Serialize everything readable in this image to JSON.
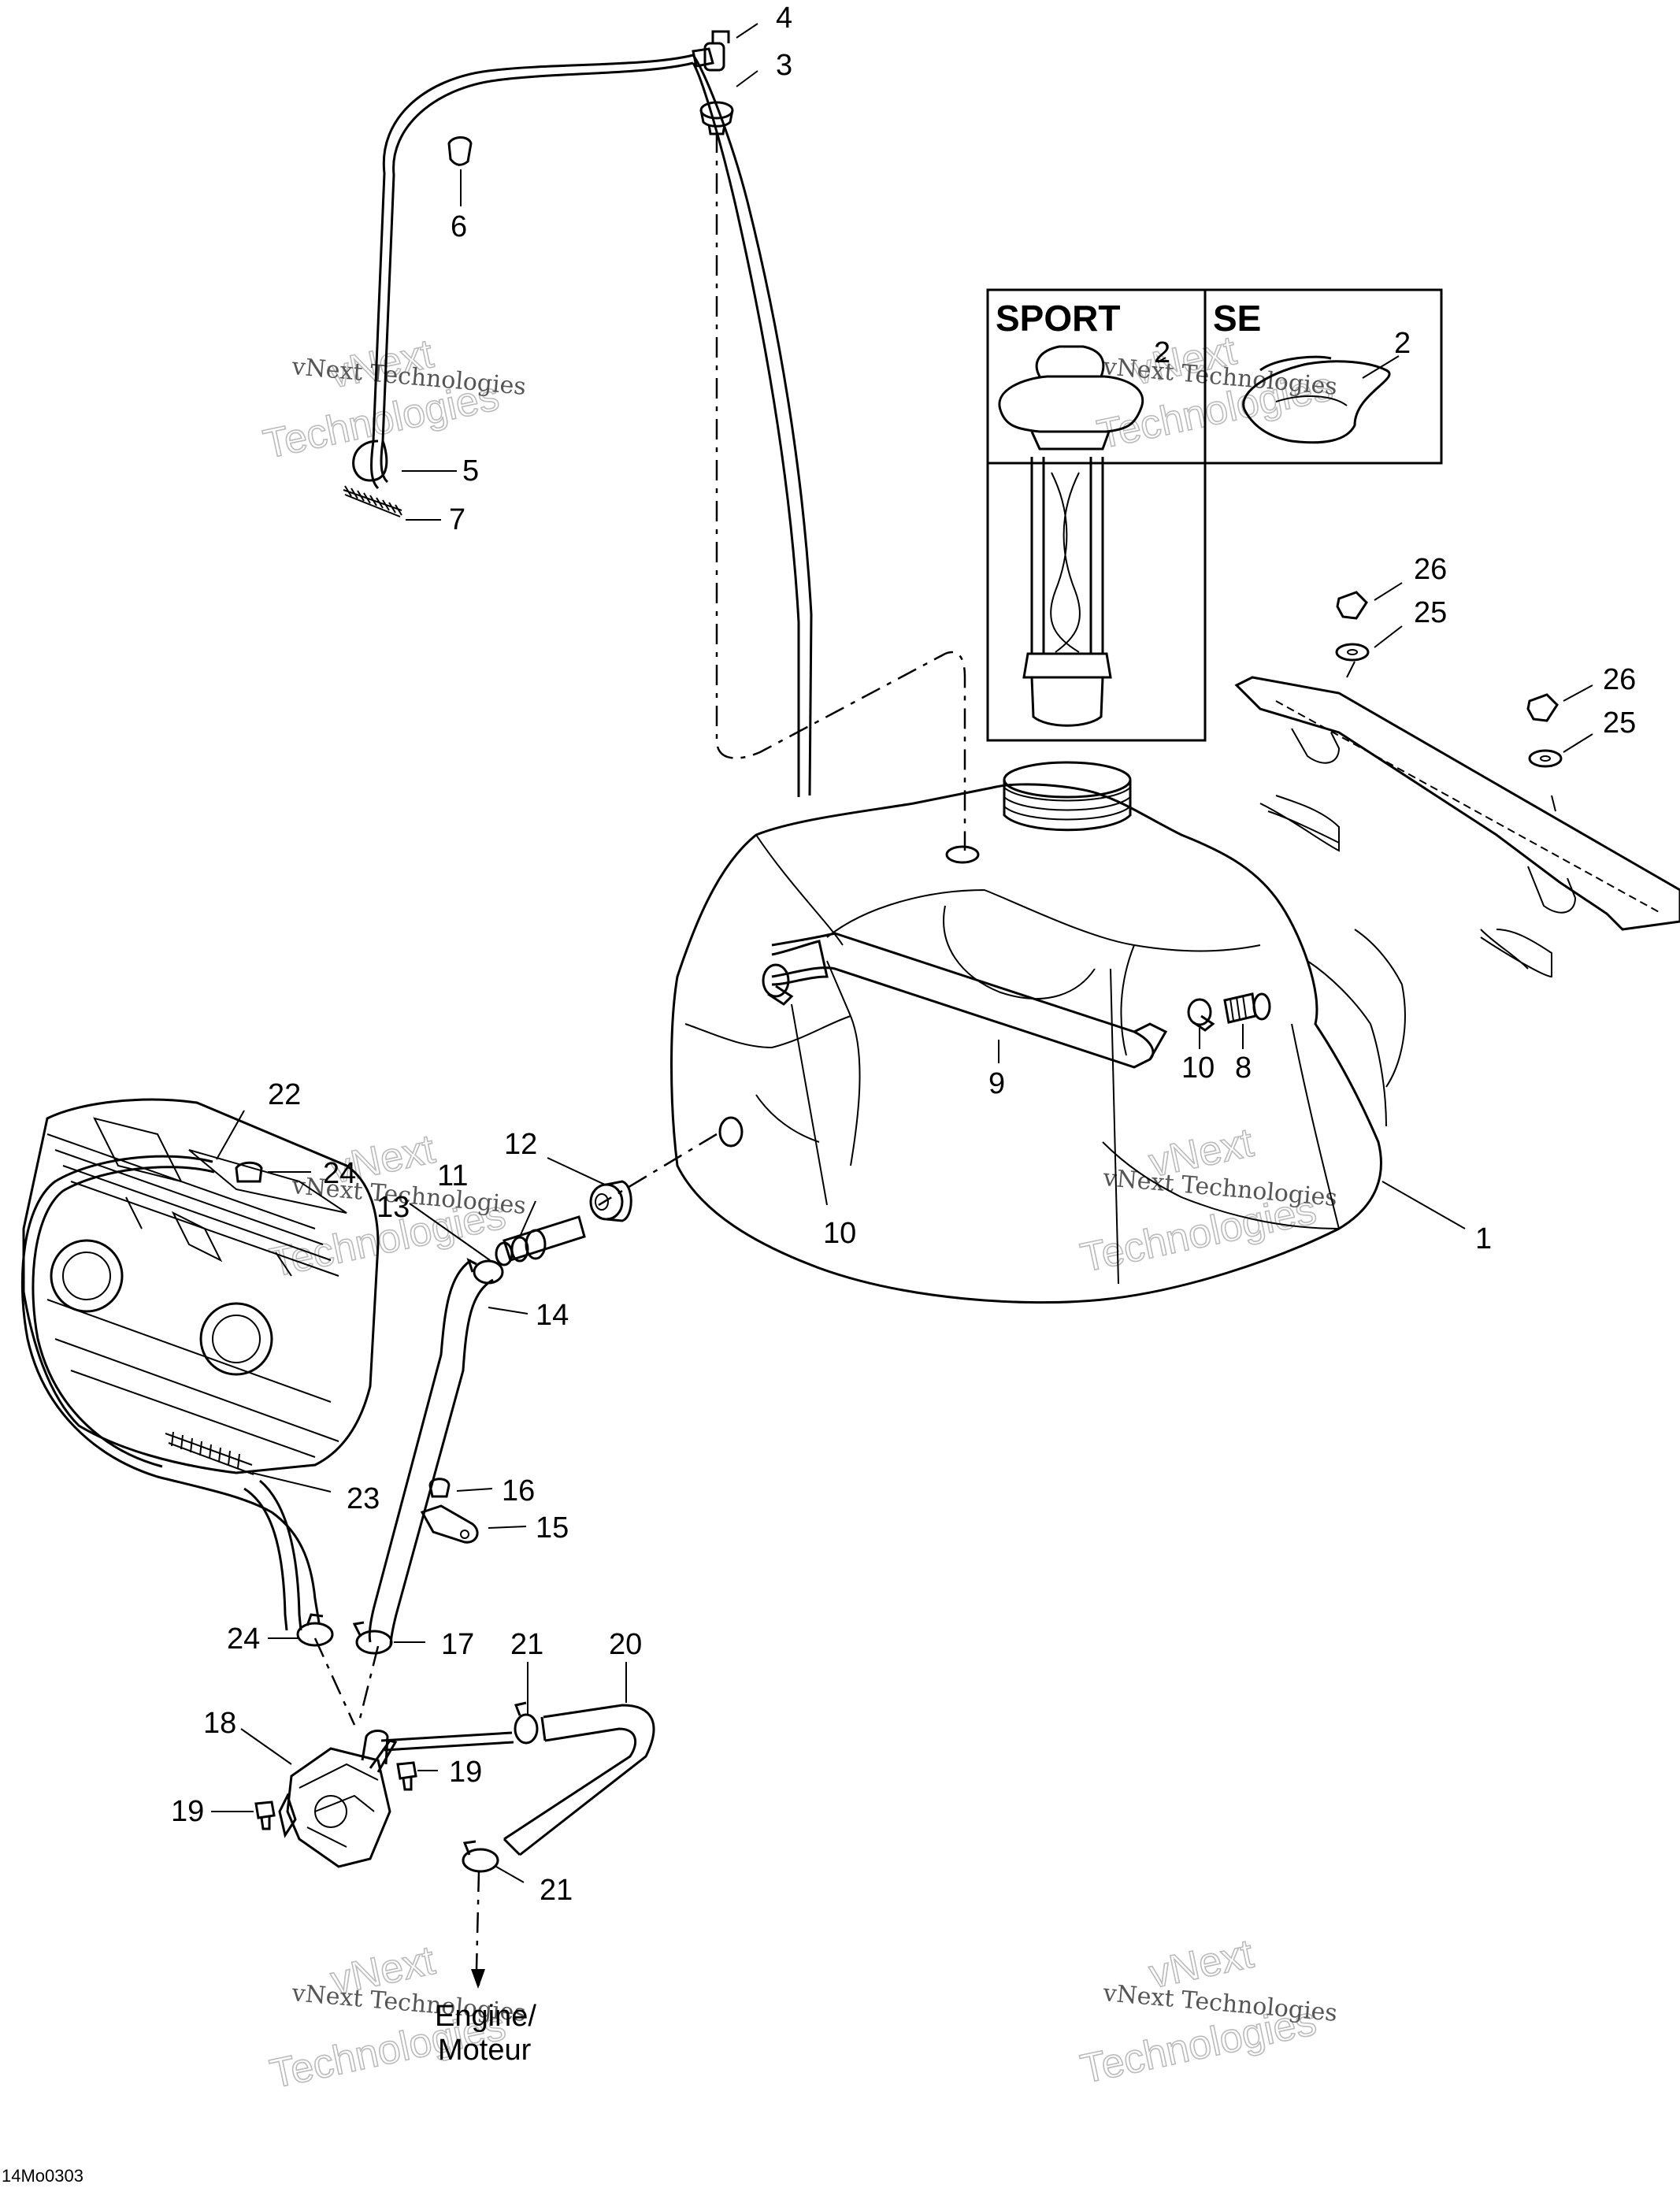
{
  "variants": {
    "sport_label": "SPORT",
    "se_label": "SE"
  },
  "callouts": [
    {
      "id": "c1",
      "text": "1"
    },
    {
      "id": "c2a",
      "text": "2"
    },
    {
      "id": "c2b",
      "text": "2"
    },
    {
      "id": "c3",
      "text": "3"
    },
    {
      "id": "c4",
      "text": "4"
    },
    {
      "id": "c5",
      "text": "5"
    },
    {
      "id": "c6",
      "text": "6"
    },
    {
      "id": "c7",
      "text": "7"
    },
    {
      "id": "c8",
      "text": "8"
    },
    {
      "id": "c9",
      "text": "9"
    },
    {
      "id": "c10a",
      "text": "10"
    },
    {
      "id": "c10b",
      "text": "10"
    },
    {
      "id": "c11",
      "text": "11"
    },
    {
      "id": "c12",
      "text": "12"
    },
    {
      "id": "c13",
      "text": "13"
    },
    {
      "id": "c14",
      "text": "14"
    },
    {
      "id": "c15",
      "text": "15"
    },
    {
      "id": "c16",
      "text": "16"
    },
    {
      "id": "c17",
      "text": "17"
    },
    {
      "id": "c18",
      "text": "18"
    },
    {
      "id": "c19a",
      "text": "19"
    },
    {
      "id": "c19b",
      "text": "19"
    },
    {
      "id": "c20",
      "text": "20"
    },
    {
      "id": "c21a",
      "text": "21"
    },
    {
      "id": "c21b",
      "text": "21"
    },
    {
      "id": "c22",
      "text": "22"
    },
    {
      "id": "c23",
      "text": "23"
    },
    {
      "id": "c24a",
      "text": "24"
    },
    {
      "id": "c24b",
      "text": "24"
    },
    {
      "id": "c25a",
      "text": "25"
    },
    {
      "id": "c25b",
      "text": "25"
    },
    {
      "id": "c26a",
      "text": "26"
    },
    {
      "id": "c26b",
      "text": "26"
    }
  ],
  "engine_label": {
    "line1": "Engine/",
    "line2": "Moteur"
  },
  "watermark": {
    "line1": "vNext Technologies",
    "line2": "vNext",
    "line3": "Technologies"
  },
  "drawing_code": "14Mo0303"
}
